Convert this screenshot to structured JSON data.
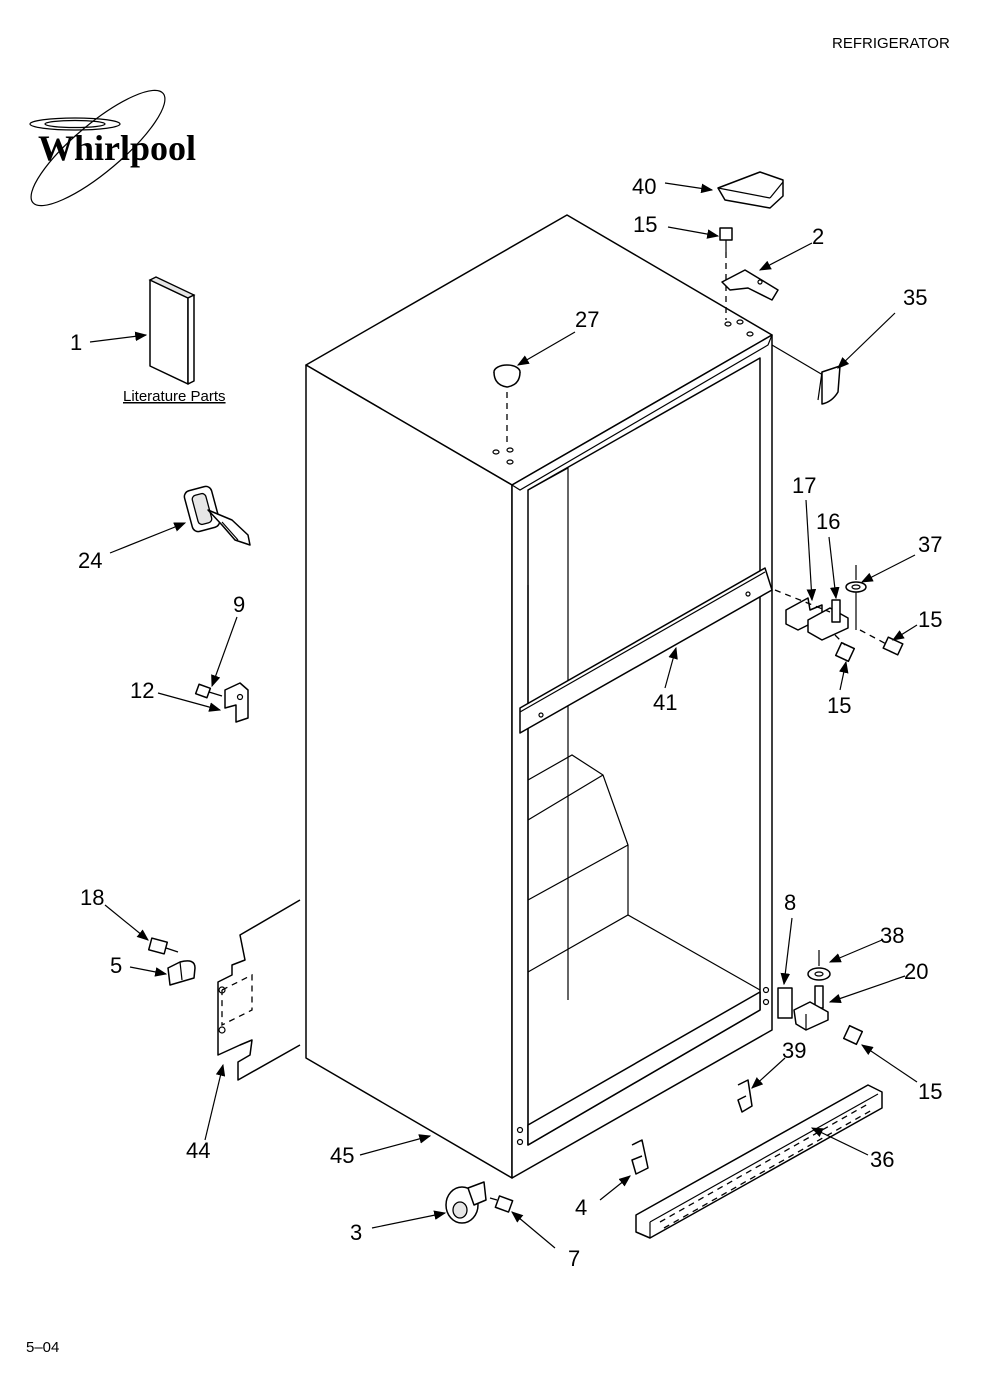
{
  "header": {
    "section_title": "REFRIGERATOR"
  },
  "brand": {
    "logo_text": "Whirlpool"
  },
  "footer": {
    "page_code": "5–04"
  },
  "literature_label": "Literature Parts",
  "callouts": {
    "c1": "1",
    "c2": "2",
    "c3": "3",
    "c4": "4",
    "c5": "5",
    "c7": "7",
    "c8": "8",
    "c9": "9",
    "c12": "12",
    "c15a": "15",
    "c15b": "15",
    "c15c": "15",
    "c15d": "15",
    "c16": "16",
    "c17": "17",
    "c18": "18",
    "c20": "20",
    "c24": "24",
    "c27": "27",
    "c35": "35",
    "c36": "36",
    "c37": "37",
    "c38": "38",
    "c39": "39",
    "c40": "40",
    "c41": "41",
    "c44": "44",
    "c45": "45"
  }
}
